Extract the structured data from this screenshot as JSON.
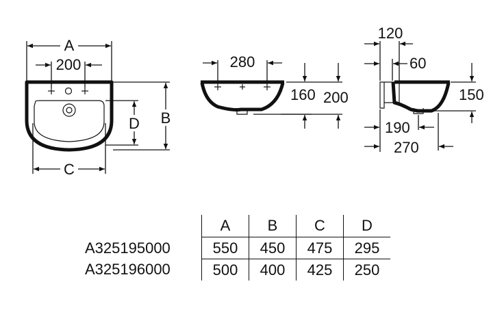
{
  "front_view": {
    "label_A": "A",
    "label_200": "200",
    "label_B": "B",
    "label_C": "C",
    "label_D": "D"
  },
  "rear_view": {
    "label_280": "280",
    "label_160": "160",
    "label_200": "200"
  },
  "side_view": {
    "label_120": "120",
    "label_60": "60",
    "label_150": "150",
    "label_190": "190",
    "label_270": "270"
  },
  "table": {
    "headers": [
      "A",
      "B",
      "C",
      "D"
    ],
    "rows": [
      {
        "model": "A325195000",
        "values": [
          "550",
          "450",
          "475",
          "295"
        ]
      },
      {
        "model": "A325196000",
        "values": [
          "500",
          "400",
          "425",
          "250"
        ]
      }
    ]
  }
}
